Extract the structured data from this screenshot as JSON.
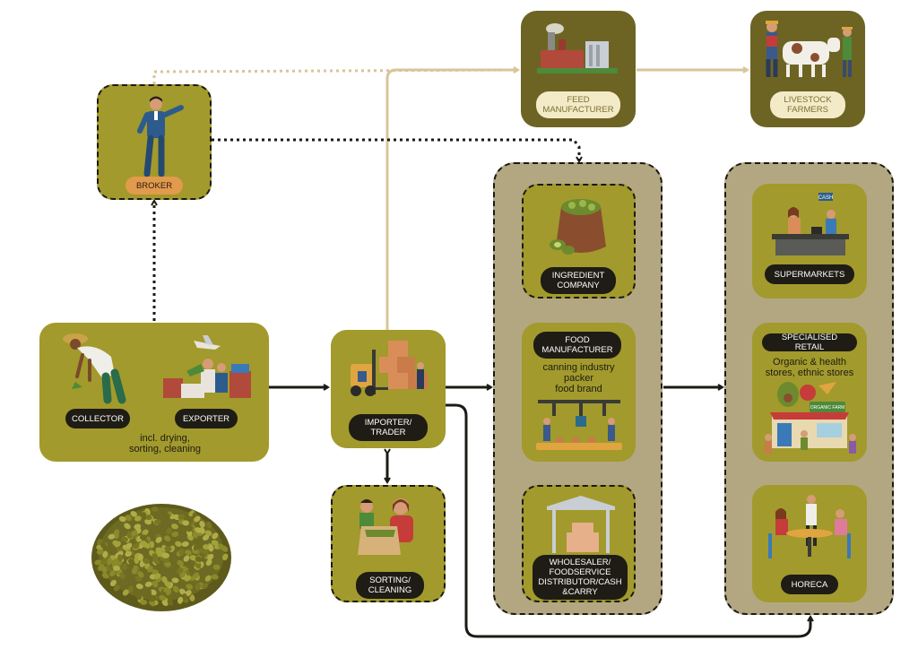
{
  "nodes": {
    "broker": "BROKER",
    "collector": "COLLECTOR",
    "exporter": "EXPORTER",
    "collector_note": "incl. drying,\nsorting, cleaning",
    "importer": "IMPORTER/\nTRADER",
    "sorting": "SORTING/\nCLEANING",
    "feed": "FEED\nMANUFACTURER",
    "livestock": "LIVESTOCK\nFARMERS",
    "ingredient": "INGREDIENT\nCOMPANY",
    "food_manufacturer": "FOOD\nMANUFACTURER",
    "food_manufacturer_note": "canning industry\npacker\nfood brand",
    "wholesaler": "WHOLESALER/\nFOODSERVICE\nDISTRIBUTOR/CASH\n&CARRY",
    "supermarkets": "SUPERMARKETS",
    "specialised_retail": "SPECIALISED RETAIL",
    "specialised_note": "Organic & health\nstores, ethnic stores",
    "horeca": "HORECA"
  },
  "illustration_labels": {
    "cash_sign": "CASH",
    "shop_sign": "ORGANIC\nFARM"
  },
  "colors": {
    "olive": "#a29a2c",
    "dark_olive": "#6d6424",
    "group_bg": "#b3a782",
    "arrow_dark": "#1b1a14",
    "arrow_light": "#d8c59a",
    "pill_dark": "#1e1c14",
    "pill_light": "#f3ebc8",
    "pill_orange": "#e29a4c"
  }
}
